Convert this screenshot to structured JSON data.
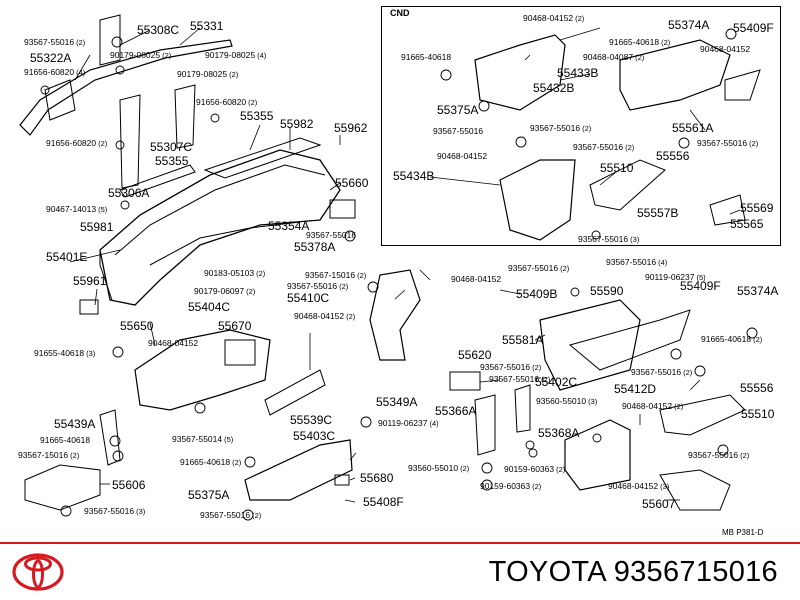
{
  "parts": [
    {
      "id": "p1",
      "number": "55308C",
      "qty": ""
    },
    {
      "id": "p2",
      "number": "55331",
      "qty": ""
    },
    {
      "id": "p3",
      "number": "93567-55016",
      "qty": "(2)"
    },
    {
      "id": "p4",
      "number": "55322A",
      "qty": ""
    },
    {
      "id": "p5",
      "number": "90179-08025",
      "qty": "(2)"
    },
    {
      "id": "p6",
      "number": "90179-08025",
      "qty": "(4)"
    },
    {
      "id": "p7",
      "number": "91656-60820",
      "qty": "(4)"
    },
    {
      "id": "p8",
      "number": "90179-08025",
      "qty": "(2)"
    },
    {
      "id": "p9",
      "number": "91656-60820",
      "qty": "(2)"
    },
    {
      "id": "p10",
      "number": "55355",
      "qty": ""
    },
    {
      "id": "p11",
      "number": "55982",
      "qty": ""
    },
    {
      "id": "p12",
      "number": "55962",
      "qty": ""
    },
    {
      "id": "p13",
      "number": "91656-60820",
      "qty": "(2)"
    },
    {
      "id": "p14",
      "number": "55307C",
      "qty": ""
    },
    {
      "id": "p15",
      "number": "55355",
      "qty": ""
    },
    {
      "id": "p16",
      "number": "55660",
      "qty": ""
    },
    {
      "id": "p17",
      "number": "55306A",
      "qty": ""
    },
    {
      "id": "p18",
      "number": "90467-14013",
      "qty": "(5)"
    },
    {
      "id": "p19",
      "number": "55981",
      "qty": ""
    },
    {
      "id": "p20",
      "number": "55354A",
      "qty": ""
    },
    {
      "id": "p21",
      "number": "93567-55016",
      "qty": ""
    },
    {
      "id": "p22",
      "number": "55378A",
      "qty": ""
    },
    {
      "id": "p23",
      "number": "55401E",
      "qty": ""
    },
    {
      "id": "p24",
      "number": "90183-05103",
      "qty": "(2)"
    },
    {
      "id": "p25",
      "number": "93567-15016",
      "qty": "(2)"
    },
    {
      "id": "p26",
      "number": "55961",
      "qty": ""
    },
    {
      "id": "p27",
      "number": "90179-06097",
      "qty": "(2)"
    },
    {
      "id": "p28",
      "number": "93567-55016",
      "qty": "(2)"
    },
    {
      "id": "p29",
      "number": "55410C",
      "qty": ""
    },
    {
      "id": "p30",
      "number": "55404C",
      "qty": ""
    },
    {
      "id": "p31",
      "number": "90468-04152",
      "qty": "(2)"
    },
    {
      "id": "p32",
      "number": "55650",
      "qty": ""
    },
    {
      "id": "p33",
      "number": "55670",
      "qty": ""
    },
    {
      "id": "p34",
      "number": "90468-04152",
      "qty": ""
    },
    {
      "id": "p35",
      "number": "91655-40618",
      "qty": "(3)"
    },
    {
      "id": "p36",
      "number": "55539C",
      "qty": ""
    },
    {
      "id": "p37",
      "number": "93567-55014",
      "qty": "(5)"
    },
    {
      "id": "p38",
      "number": "55439A",
      "qty": ""
    },
    {
      "id": "p39",
      "number": "91665-40618",
      "qty": ""
    },
    {
      "id": "p40",
      "number": "93567-15016",
      "qty": "(2)"
    },
    {
      "id": "p41",
      "number": "55606",
      "qty": ""
    },
    {
      "id": "p42",
      "number": "93567-55016",
      "qty": "(3)"
    },
    {
      "id": "p43",
      "number": "91665-40618",
      "qty": "(2)"
    },
    {
      "id": "p44",
      "number": "55403C",
      "qty": ""
    },
    {
      "id": "p45",
      "number": "55375A",
      "qty": ""
    },
    {
      "id": "p46",
      "number": "93567-55016",
      "qty": "(2)"
    },
    {
      "id": "p47",
      "number": "55680",
      "qty": ""
    },
    {
      "id": "p48",
      "number": "55408F",
      "qty": ""
    },
    {
      "id": "p49",
      "number": "55349A",
      "qty": ""
    },
    {
      "id": "p50",
      "number": "90119-06237",
      "qty": "(4)"
    },
    {
      "id": "p51",
      "number": "90468-04152",
      "qty": ""
    },
    {
      "id": "p52",
      "number": "93567-55016",
      "qty": "(2)"
    },
    {
      "id": "p53",
      "number": "93567-55016",
      "qty": "(4)"
    },
    {
      "id": "p54",
      "number": "55409B",
      "qty": ""
    },
    {
      "id": "p55",
      "number": "55590",
      "qty": ""
    },
    {
      "id": "p56",
      "number": "90119-06237",
      "qty": "(5)"
    },
    {
      "id": "p57",
      "number": "55409F",
      "qty": ""
    },
    {
      "id": "p58",
      "number": "55374A",
      "qty": ""
    },
    {
      "id": "p59",
      "number": "55581A",
      "qty": ""
    },
    {
      "id": "p60",
      "number": "91665-40618",
      "qty": "(2)"
    },
    {
      "id": "p61",
      "number": "93567-55016",
      "qty": "(2)"
    },
    {
      "id": "p62",
      "number": "55620",
      "qty": ""
    },
    {
      "id": "p63",
      "number": "93567-55016",
      "qty": "(2)"
    },
    {
      "id": "p64",
      "number": "93567-55016",
      "qty": "(2)"
    },
    {
      "id": "p65",
      "number": "55402C",
      "qty": ""
    },
    {
      "id": "p66",
      "number": "55556",
      "qty": ""
    },
    {
      "id": "p67",
      "number": "55412D",
      "qty": ""
    },
    {
      "id": "p68",
      "number": "93560-55010",
      "qty": "(3)"
    },
    {
      "id": "p69",
      "number": "90468-04152",
      "qty": "(2)"
    },
    {
      "id": "p70",
      "number": "55366A",
      "qty": ""
    },
    {
      "id": "p71",
      "number": "55510",
      "qty": ""
    },
    {
      "id": "p72",
      "number": "55368A",
      "qty": ""
    },
    {
      "id": "p73",
      "number": "93567-55016",
      "qty": "(2)"
    },
    {
      "id": "p74",
      "number": "93560-55010",
      "qty": "(2)"
    },
    {
      "id": "p75",
      "number": "90159-60363",
      "qty": "(2)"
    },
    {
      "id": "p76",
      "number": "90159-60363",
      "qty": "(2)"
    },
    {
      "id": "p77",
      "number": "90468-04152",
      "qty": "(3)"
    },
    {
      "id": "p78",
      "number": "55607",
      "qty": ""
    },
    {
      "id": "p79",
      "number": "90468-04152",
      "qty": "(2)"
    },
    {
      "id": "p80",
      "number": "55374A",
      "qty": ""
    },
    {
      "id": "p81",
      "number": "55409F",
      "qty": ""
    },
    {
      "id": "p82",
      "number": "91665-40618",
      "qty": "(2)"
    },
    {
      "id": "p83",
      "number": "91665-40618",
      "qty": ""
    },
    {
      "id": "p84",
      "number": "90468-04087",
      "qty": "(2)"
    },
    {
      "id": "p85",
      "number": "90468-04152",
      "qty": ""
    },
    {
      "id": "p86",
      "number": "55433B",
      "qty": ""
    },
    {
      "id": "p87",
      "number": "55432B",
      "qty": ""
    },
    {
      "id": "p88",
      "number": "55375A",
      "qty": ""
    },
    {
      "id": "p89",
      "number": "93567-55016",
      "qty": ""
    },
    {
      "id": "p90",
      "number": "93567-55016",
      "qty": "(2)"
    },
    {
      "id": "p91",
      "number": "55561A",
      "qty": ""
    },
    {
      "id": "p92",
      "number": "93567-55016",
      "qty": "(2)"
    },
    {
      "id": "p93",
      "number": "90468-04152",
      "qty": ""
    },
    {
      "id": "p94",
      "number": "93567-55016",
      "qty": "(2)"
    },
    {
      "id": "p95",
      "number": "55556",
      "qty": ""
    },
    {
      "id": "p96",
      "number": "55510",
      "qty": ""
    },
    {
      "id": "p97",
      "number": "55434B",
      "qty": ""
    },
    {
      "id": "p98",
      "number": "55557B",
      "qty": ""
    },
    {
      "id": "p99",
      "number": "55569",
      "qty": ""
    },
    {
      "id": "p100",
      "number": "55565",
      "qty": ""
    },
    {
      "id": "p101",
      "number": "93567-55016",
      "qty": "(3)"
    }
  ],
  "inset": {
    "label": "CND"
  },
  "drawing_code": "MB P381-D",
  "footer": {
    "brand": "TOYOTA",
    "part_number": "9356715016"
  },
  "colors": {
    "brand_red": "#d61a20",
    "line": "#000000",
    "background": "#ffffff"
  }
}
